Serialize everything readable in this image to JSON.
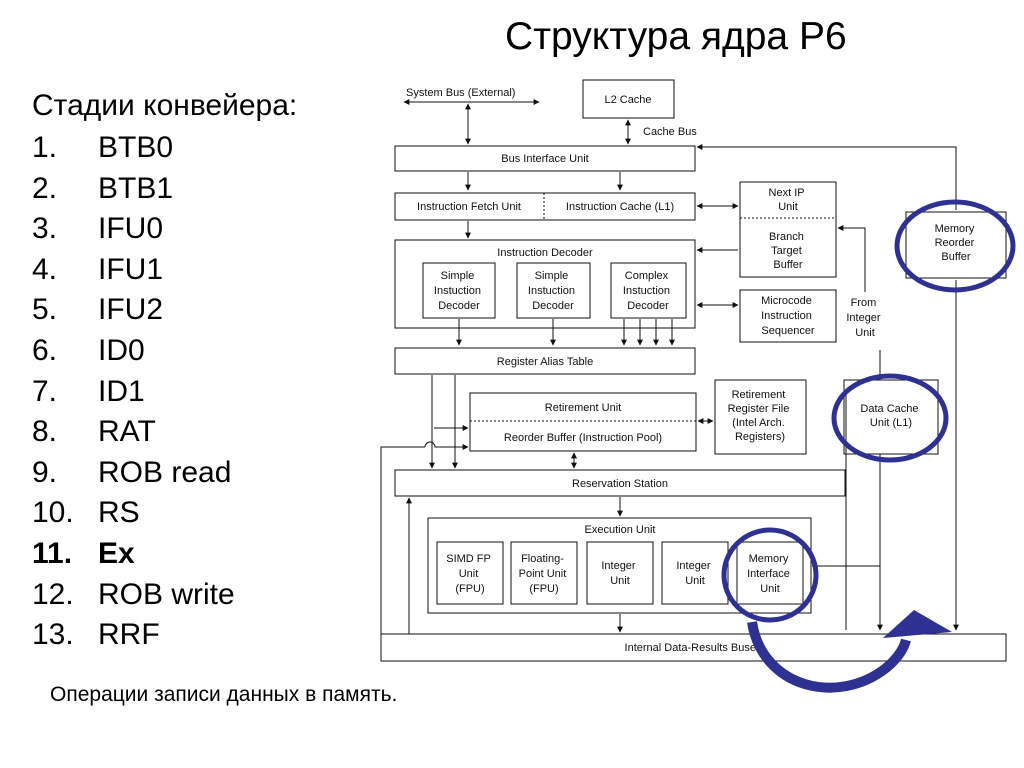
{
  "title": "Структура ядра P6",
  "stages": {
    "heading": "Стадии конвейера:",
    "items": [
      {
        "num": "1.",
        "label": "BTB0"
      },
      {
        "num": "2.",
        "label": "BTB1"
      },
      {
        "num": "3.",
        "label": "IFU0"
      },
      {
        "num": "4.",
        "label": "IFU1"
      },
      {
        "num": "5.",
        "label": "IFU2"
      },
      {
        "num": "6.",
        "label": "ID0"
      },
      {
        "num": "7.",
        "label": "ID1"
      },
      {
        "num": "8.",
        "label": "RAT"
      },
      {
        "num": "9.",
        "label": "ROB read"
      },
      {
        "num": "10.",
        "label": "RS"
      },
      {
        "num": "11.",
        "label": "Ex",
        "bold": true
      },
      {
        "num": "12.",
        "label": "ROB write"
      },
      {
        "num": "13.",
        "label": "RRF"
      }
    ]
  },
  "footnote": "Операции записи данных в память.",
  "diagram": {
    "system_bus": "System Bus (External)",
    "l2_cache": "L2 Cache",
    "cache_bus": "Cache Bus",
    "bus_interface_unit": "Bus Interface Unit",
    "instruction_fetch_unit": "Instruction Fetch Unit",
    "instruction_cache": "Instruction Cache (L1)",
    "next_ip_unit": [
      "Next IP",
      "Unit"
    ],
    "branch_target_buffer": [
      "Branch",
      "Target",
      "Buffer"
    ],
    "memory_reorder_buffer": [
      "Memory",
      "Reorder",
      "Buffer"
    ],
    "instruction_decoder": "Instruction Decoder",
    "simple_decoder": [
      "Simple",
      "Instuction",
      "Decoder"
    ],
    "complex_decoder": [
      "Complex",
      "Instuction",
      "Decoder"
    ],
    "microcode_sequencer": [
      "Microcode",
      "Instruction",
      "Sequencer"
    ],
    "from_integer_unit": [
      "From",
      "Integer",
      "Unit"
    ],
    "register_alias_table": "Register Alias Table",
    "retirement_unit": "Retirement Unit",
    "reorder_buffer": "Reorder Buffer (Instruction Pool)",
    "retirement_register_file": [
      "Retirement",
      "Register File",
      "(Intel Arch.",
      "Registers)"
    ],
    "data_cache_unit": [
      "Data Cache",
      "Unit (L1)"
    ],
    "reservation_station": "Reservation Station",
    "execution_unit": "Execution Unit",
    "simd_fp_unit": [
      "SIMD FP",
      "Unit",
      "(FPU)"
    ],
    "floating_point_unit": [
      "Floating-",
      "Point Unit",
      "(FPU)"
    ],
    "integer_unit": [
      "Integer",
      "Unit"
    ],
    "memory_interface_unit": [
      "Memory",
      "Interface",
      "Unit"
    ],
    "internal_data_results_bus": "Internal Data-Results Buses",
    "highlight_color": "#2f3192"
  }
}
